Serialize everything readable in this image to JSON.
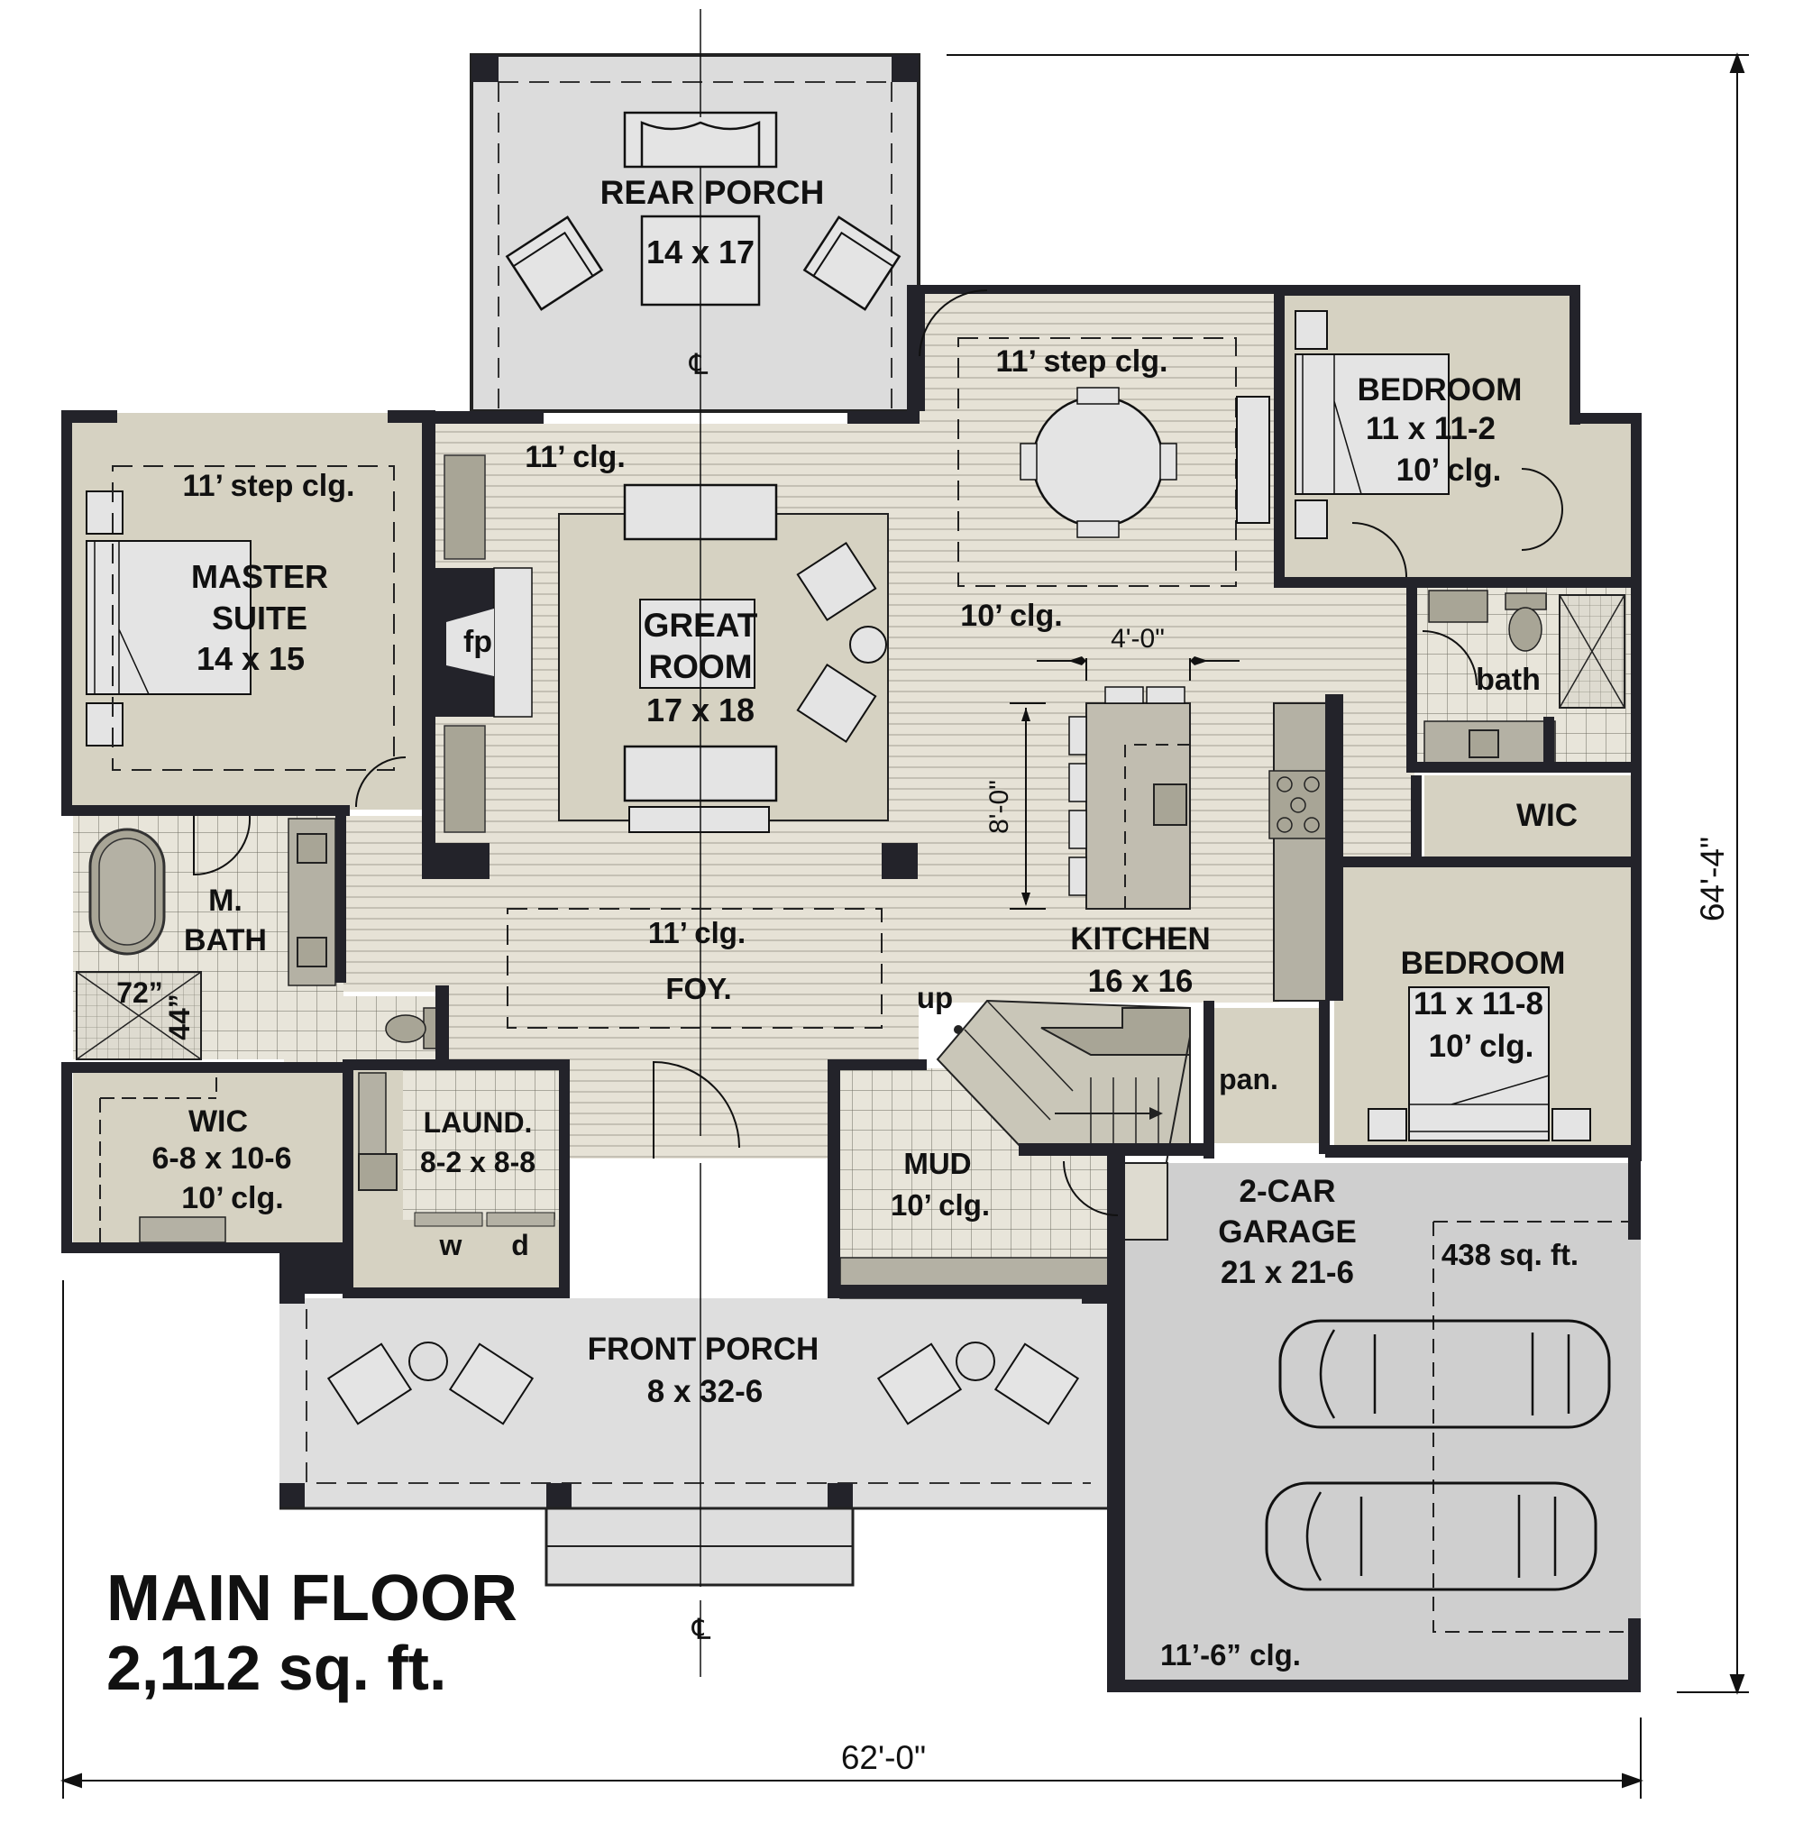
{
  "plan": {
    "title": "MAIN FLOOR",
    "area": "2,112 sq. ft.",
    "overall_width": "62'-0\"",
    "overall_depth": "64'-4\"",
    "centerline_symbol": "℄"
  },
  "colors": {
    "wall": "#23232a",
    "interior_floor": "#d6d2c2",
    "wood_floor": "#e6e2d6",
    "wood_line": "#b9b5a8",
    "tile_floor": "#e4e1d5",
    "porch": "#dedede",
    "garage": "#cfcfcf",
    "cabinet": "#b4b1a4",
    "furniture": "#e4e4e4",
    "background": "#ffffff"
  },
  "rooms": {
    "rear_porch": {
      "name": "REAR PORCH",
      "size": "14 x 17"
    },
    "master_suite": {
      "name_1": "MASTER",
      "name_2": "SUITE",
      "size": "14 x 15",
      "ceiling": "11’ step clg."
    },
    "great_room": {
      "name_1": "GREAT",
      "name_2": "ROOM",
      "size": "17 x 18",
      "ceiling": "11’ clg.",
      "fireplace": "fp"
    },
    "dining": {
      "ceiling": "11’ step clg."
    },
    "kitchen": {
      "name": "KITCHEN",
      "size": "16 x 16",
      "ceiling": "10’ clg.",
      "island_width": "4'-0\"",
      "island_length": "8'-0\""
    },
    "bedroom_1": {
      "name": "BEDROOM",
      "size": "11 x 11-2",
      "ceiling": "10’ clg."
    },
    "bath": {
      "name": "bath"
    },
    "wic_right": {
      "name": "WIC"
    },
    "bedroom_2": {
      "name": "BEDROOM",
      "size": "11 x 11-8",
      "ceiling": "10’ clg."
    },
    "master_bath": {
      "name_1": "M.",
      "name_2": "BATH",
      "shower_w": "72”",
      "shower_d": "44”"
    },
    "wic_master": {
      "name": "WIC",
      "size": "6-8 x 10-6",
      "ceiling": "10’ clg."
    },
    "laundry": {
      "name": "LAUND.",
      "size": "8-2 x 8-8",
      "washer": "w",
      "dryer": "d"
    },
    "foyer": {
      "name": "FOY.",
      "ceiling": "11’ clg."
    },
    "stairs": {
      "label": "up"
    },
    "mud": {
      "name": "MUD",
      "ceiling": "10’ clg."
    },
    "pantry": {
      "name": "pan."
    },
    "garage": {
      "name_1": "2-CAR",
      "name_2": "GARAGE",
      "size": "21 x 21-6",
      "area": "438 sq. ft.",
      "ceiling": "11’-6” clg."
    },
    "front_porch": {
      "name": "FRONT PORCH",
      "size": "8 x 32-6"
    }
  }
}
